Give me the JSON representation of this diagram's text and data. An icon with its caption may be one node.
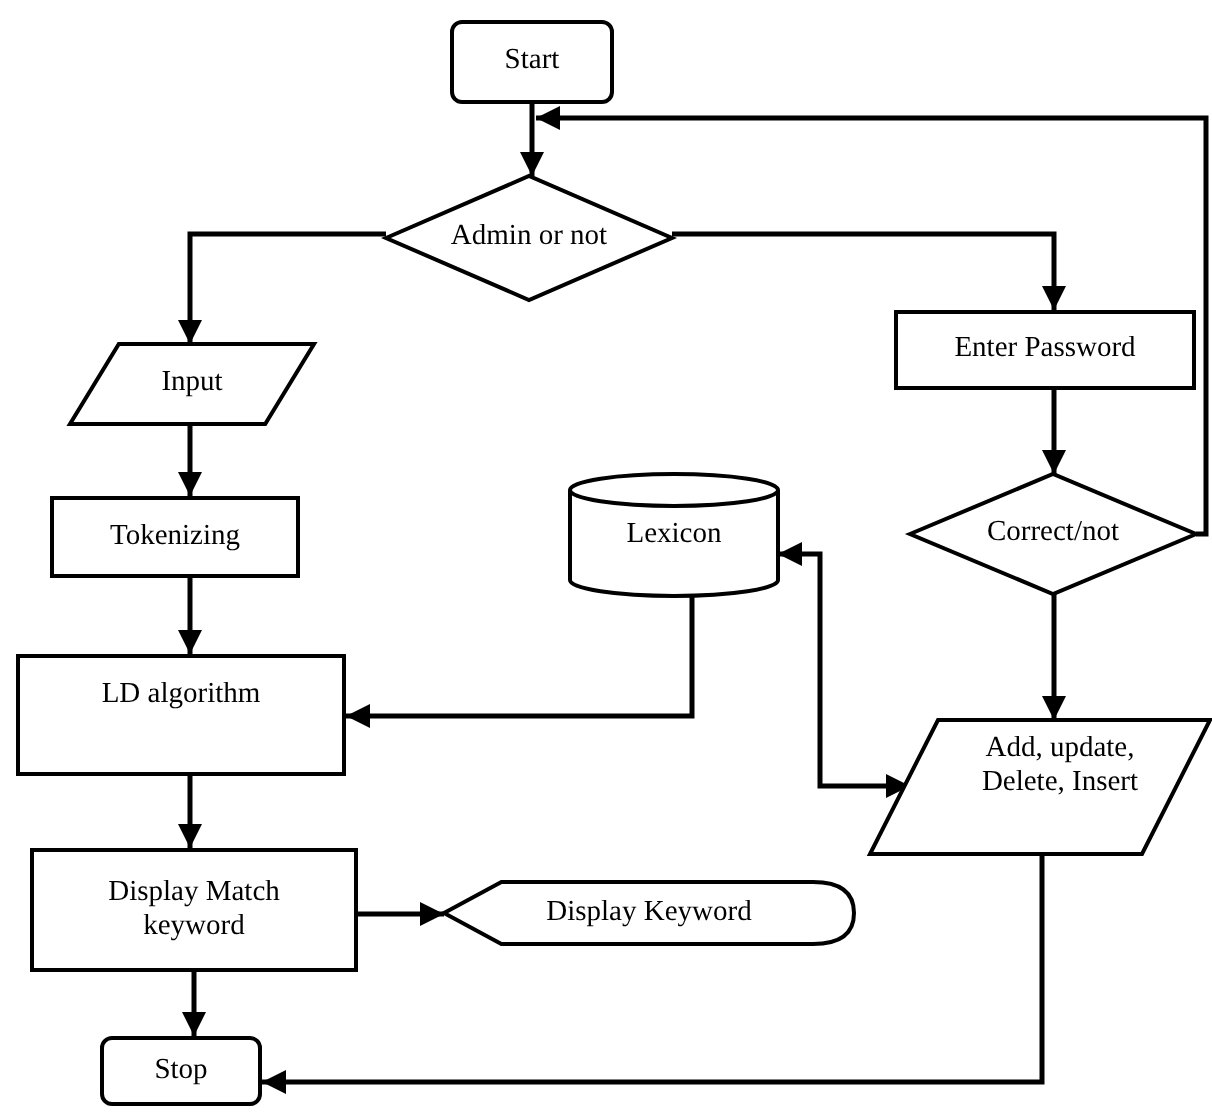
{
  "diagram": {
    "nodes": [
      {
        "text": [
          "Start"
        ]
      },
      {
        "text": [
          "Admin or not"
        ]
      },
      {
        "text": [
          "Input"
        ]
      },
      {
        "text": [
          "Enter Password"
        ]
      },
      {
        "text": [
          "Tokenizing"
        ]
      },
      {
        "text": [
          "Lexicon"
        ]
      },
      {
        "text": [
          "Correct/not"
        ]
      },
      {
        "text": [
          "LD algorithm"
        ]
      },
      {
        "text": [
          "Add, update, Delete, Insert"
        ]
      },
      {
        "text": [
          "Display Match keyword"
        ]
      },
      {
        "text": [
          "Display Keyword"
        ]
      },
      {
        "text": [
          "Stop"
        ]
      }
    ],
    "edges": [
      {
        "from": 0,
        "to": 1,
        "arrow": "to"
      },
      {
        "from": 1,
        "to": 2,
        "arrow": "to"
      },
      {
        "from": 1,
        "to": 3,
        "arrow": "to"
      },
      {
        "from": 2,
        "to": 4,
        "arrow": "to"
      },
      {
        "from": 3,
        "to": 6,
        "arrow": "to"
      },
      {
        "from": 4,
        "to": 7,
        "arrow": "to"
      },
      {
        "from": 5,
        "to": 7,
        "arrow": "to"
      },
      {
        "from": 6,
        "to": 8,
        "arrow": "to"
      },
      {
        "from": 6,
        "to": 1,
        "arrow": "to"
      },
      {
        "from": 5,
        "to": 8,
        "arrow": "both"
      },
      {
        "from": 7,
        "to": 9,
        "arrow": "to"
      },
      {
        "from": 9,
        "to": 10,
        "arrow": "to"
      },
      {
        "from": 9,
        "to": 11,
        "arrow": "to"
      },
      {
        "from": 8,
        "to": 11,
        "arrow": "to"
      }
    ]
  }
}
